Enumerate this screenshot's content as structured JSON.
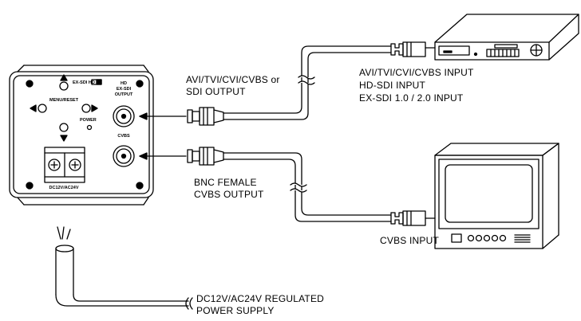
{
  "diagram": {
    "camera_panel": {
      "hd_exsdi_switch": "EX-SDI  HD",
      "menu_reset": "MENU/RESET",
      "power": "POWER",
      "hd_output_line1": "HD",
      "hd_output_line2": "EX-SDI",
      "hd_output_line3": "OUTPUT",
      "cvbs": "CVBS",
      "power_terminal": "DC12V/AC24V"
    },
    "callouts": {
      "hd_output_line1": "AVI/TVI/CVI/CVBS or",
      "hd_output_line2": "SDI OUTPUT",
      "cvbs_output_line1": "BNC FEMALE",
      "cvbs_output_line2": "CVBS OUTPUT",
      "dvr_input_line1": "AVI/TVI/CVI/CVBS INPUT",
      "dvr_input_line2": "HD-SDI INPUT",
      "dvr_input_line3": "EX-SDI 1.0 / 2.0 INPUT",
      "monitor_input": "CVBS INPUT",
      "power_line1": "DC12V/AC24V REGULATED",
      "power_line2": "POWER SUPPLY"
    }
  }
}
